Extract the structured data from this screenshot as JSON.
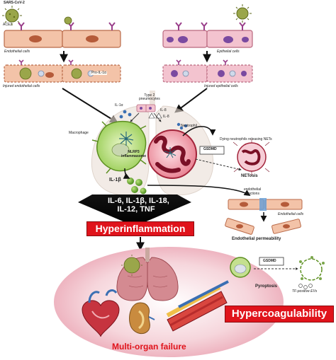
{
  "labels": {
    "sars_cov2": "SARS-CoV-2",
    "ace2": "ACE2",
    "endothelial_cells": "Endothelial cells",
    "epithelial_cells": "Epithelial cells",
    "injured_endothelial_cells": "Injured endothelial cells",
    "injured_epithelial_cells": "Injured epithelial cells",
    "pro_il1a": "Pro-IL-1α",
    "type2_pneumocytes": "Type 2\npneumocytes",
    "il1a": "IL-1α",
    "il8": "IL-8",
    "il8_2": "IL-8",
    "macrophage": "Macrophage",
    "nlrp3": "NLRP3\ninflammasome",
    "neutrophil": "Neutrophil",
    "gsdmd_netosis": "GSDMD",
    "dying_neutrophils": "Dying neutrophils releasing NETs",
    "netosis": "NETosis",
    "il1b": "IL-1β",
    "cytokines": "IL-6, IL-1β, IL-18,\nIL-12, TNF",
    "endothelial_junctions": "endothelial\njunctions",
    "endothelial_cells_2": "Endothelial cells",
    "endothelial_permeability": "Endothelial permeability",
    "hyperinflammation": "Hyperinflammation",
    "gsdmd_pyroptosis": "GSDMD",
    "pyroptosis": "Pyroptosis",
    "tf_positive_evs": "TF-positive EVs",
    "hypercoagulability": "Hypercoagulability",
    "multi_organ_failure": "Multi-organ failure"
  },
  "colors": {
    "cell_fill": "#f3c8ad",
    "cell_border": "#c0704f",
    "virus": "#8a9a3a",
    "receptor": "#9a3f8a",
    "red_banner": "#e0131b",
    "organ_bg": "#f5d3da",
    "neutrophil": "#d9596a",
    "macrophage": "#9ccf5a"
  }
}
